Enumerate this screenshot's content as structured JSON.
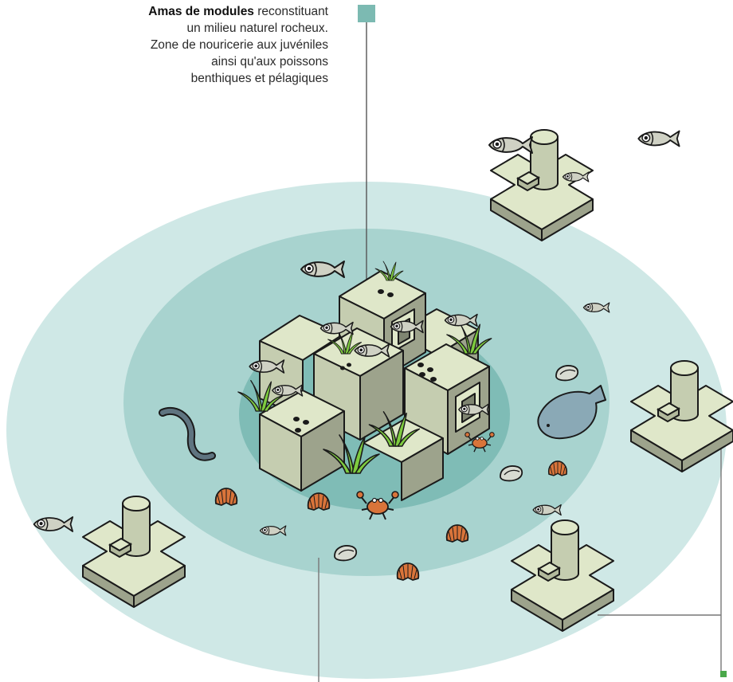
{
  "annotation": {
    "title": "Amas de modules",
    "lines": [
      " reconstituant",
      "un milieu naturel rocheux.",
      "Zone de nouricerie aux juvéniles",
      "ainsi qu'aux poissons",
      "benthiques et pélagiques"
    ]
  },
  "colors": {
    "marker": "#7cbab2",
    "outer_zone": "#cfe8e6",
    "middle_zone": "#a8d3cf",
    "inner_zone": "#7fbcb6",
    "module": "#dfe7c9",
    "shell": "#d9743a",
    "grass": "#7ecb3f",
    "fish": "#cfd1c4",
    "flatfish": "#8aa9b6"
  },
  "icons": [
    "square-marker-icon",
    "fish-icon",
    "eel-icon",
    "crab-icon",
    "scallop-icon",
    "oyster-icon",
    "seagrass-icon",
    "flatfish-icon"
  ]
}
